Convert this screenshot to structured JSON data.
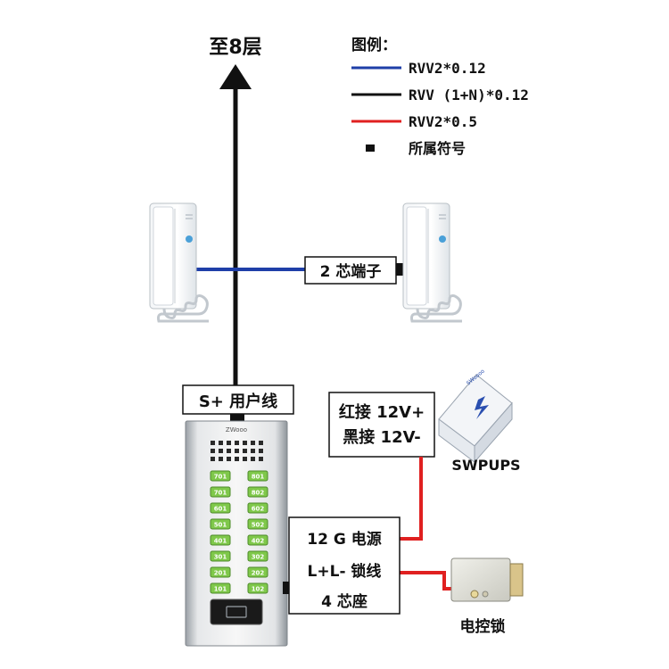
{
  "top_label": "至8层",
  "legend": {
    "title": "图例：",
    "items": [
      {
        "text": "RVV2*0.12",
        "color": "#1f3fa8",
        "kind": "line"
      },
      {
        "text": "RVV (1+N)*0.12",
        "color": "#111111",
        "kind": "line"
      },
      {
        "text": "RVV2*0.5",
        "color": "#e02020",
        "kind": "line"
      },
      {
        "text": "所属符号",
        "color": "#111111",
        "kind": "square"
      }
    ]
  },
  "terminal_label": "2 芯端子",
  "user_line_label": "S+ 用户线",
  "power": {
    "line1": "红接 12V+",
    "line2": "黑接 12V-"
  },
  "ups": {
    "name": "SWPUPS",
    "brand": "SWoooo"
  },
  "socket": {
    "line1": "12 G 电源",
    "line2": "L+L- 锁线",
    "line3": "4 芯座"
  },
  "lock_label": "电控锁",
  "panel": {
    "brand": "ZWooo",
    "buttons": [
      [
        "701",
        "801"
      ],
      [
        "701",
        "802"
      ],
      [
        "601",
        "602"
      ],
      [
        "501",
        "502"
      ],
      [
        "401",
        "402"
      ],
      [
        "301",
        "302"
      ],
      [
        "201",
        "202"
      ],
      [
        "101",
        "102"
      ]
    ]
  },
  "colors": {
    "blue": "#1f3fa8",
    "black": "#111111",
    "red": "#e02020"
  }
}
